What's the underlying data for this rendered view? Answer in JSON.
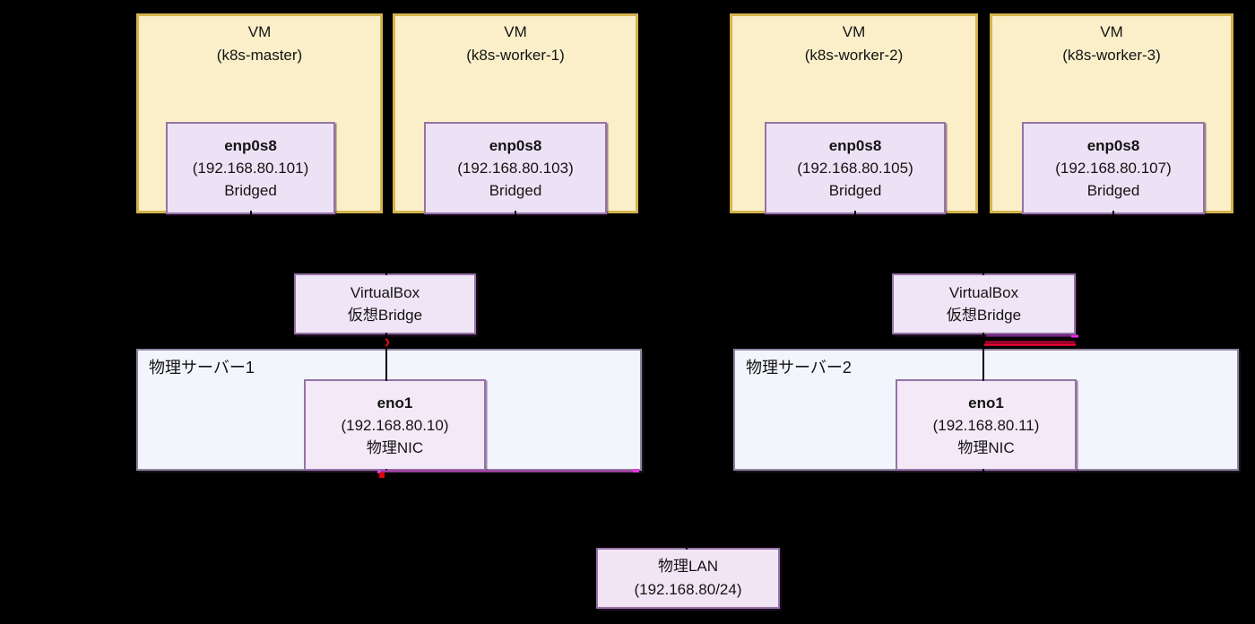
{
  "diagram": {
    "vms": [
      {
        "line1": "VM",
        "line2": "(k8s-master)",
        "nic": {
          "name": "enp0s8",
          "ip": "(192.168.80.101)",
          "mode": "Bridged"
        }
      },
      {
        "line1": "VM",
        "line2": "(k8s-worker-1)",
        "nic": {
          "name": "enp0s8",
          "ip": "(192.168.80.103)",
          "mode": "Bridged"
        }
      },
      {
        "line1": "VM",
        "line2": "(k8s-worker-2)",
        "nic": {
          "name": "enp0s8",
          "ip": "(192.168.80.105)",
          "mode": "Bridged"
        }
      },
      {
        "line1": "VM",
        "line2": "(k8s-worker-3)",
        "nic": {
          "name": "enp0s8",
          "ip": "(192.168.80.107)",
          "mode": "Bridged"
        }
      }
    ],
    "bridges": [
      {
        "line1": "VirtualBox",
        "line2": "仮想Bridge"
      },
      {
        "line1": "VirtualBox",
        "line2": "仮想Bridge"
      }
    ],
    "servers": [
      {
        "label": "物理サーバー1",
        "nic": {
          "name": "eno1",
          "ip": "(192.168.80.10)",
          "type": "物理NIC"
        }
      },
      {
        "label": "物理サーバー2",
        "nic": {
          "name": "eno1",
          "ip": "(192.168.80.11)",
          "type": "物理NIC"
        }
      }
    ],
    "lan": {
      "line1": "物理LAN",
      "line2": "(192.168.80/24)"
    },
    "colors": {
      "bg": "#000000",
      "vm-fill": "#FAEFC9",
      "vm-border": "#D5B44E",
      "nic-fill": "#EDE2F5",
      "nic-border": "#9673A6",
      "bridge-fill": "#F0E5F6",
      "server-fill": "#F3F5FC",
      "server-border": "#8E84A0",
      "eno-fill": "#F4E9F6",
      "lan-fill": "#F1E5F5",
      "text": "#141414",
      "line": "#000000",
      "annotation-red": "#F00538",
      "annotation-red2": "#D4003C",
      "annotation-magenta": "#EE2BEE",
      "annotation-purple": "#9A35A8"
    }
  }
}
